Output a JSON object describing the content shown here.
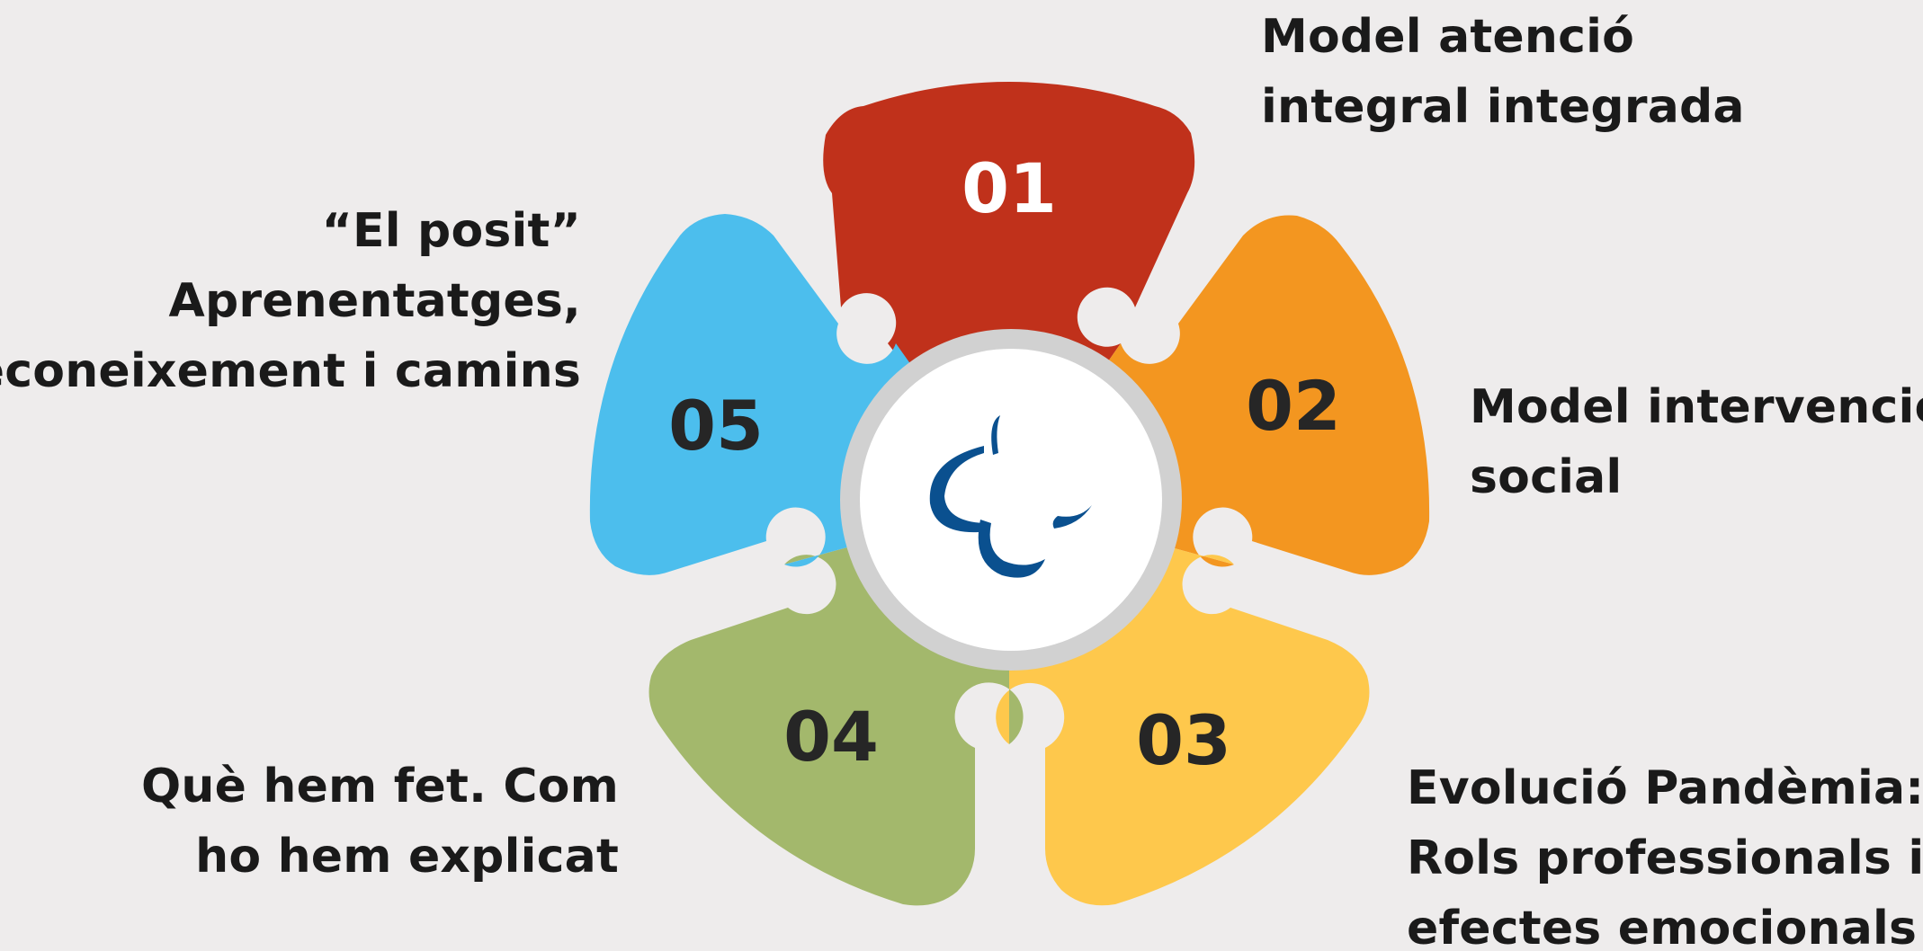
{
  "colors": {
    "background": "#eeecec",
    "petal_01": "#c0311b",
    "petal_02": "#f39620",
    "petal_03": "#fec84c",
    "petal_04": "#a3b86c",
    "petal_05": "#4cbeed",
    "ring": "#d1d1d1",
    "logo": "#0a508f",
    "number_light": "#ffffff",
    "number_dark": "#262626"
  },
  "center_logo": {
    "icon": "cross-logo-icon"
  },
  "petals": [
    {
      "number": "01",
      "lines": [
        "Model atenció",
        "integral integrada"
      ]
    },
    {
      "number": "02",
      "lines": [
        "Model intervenció",
        "social"
      ]
    },
    {
      "number": "03",
      "lines": [
        "Evolució Pandèmia:",
        "Rols professionals i",
        "efectes emocionals"
      ]
    },
    {
      "number": "04",
      "lines": [
        "Què hem fet. Com",
        "ho hem explicat"
      ]
    },
    {
      "number": "05",
      "lines": [
        "“El posit”",
        "Aprenentatges,",
        "reconeixement i camins"
      ]
    }
  ]
}
